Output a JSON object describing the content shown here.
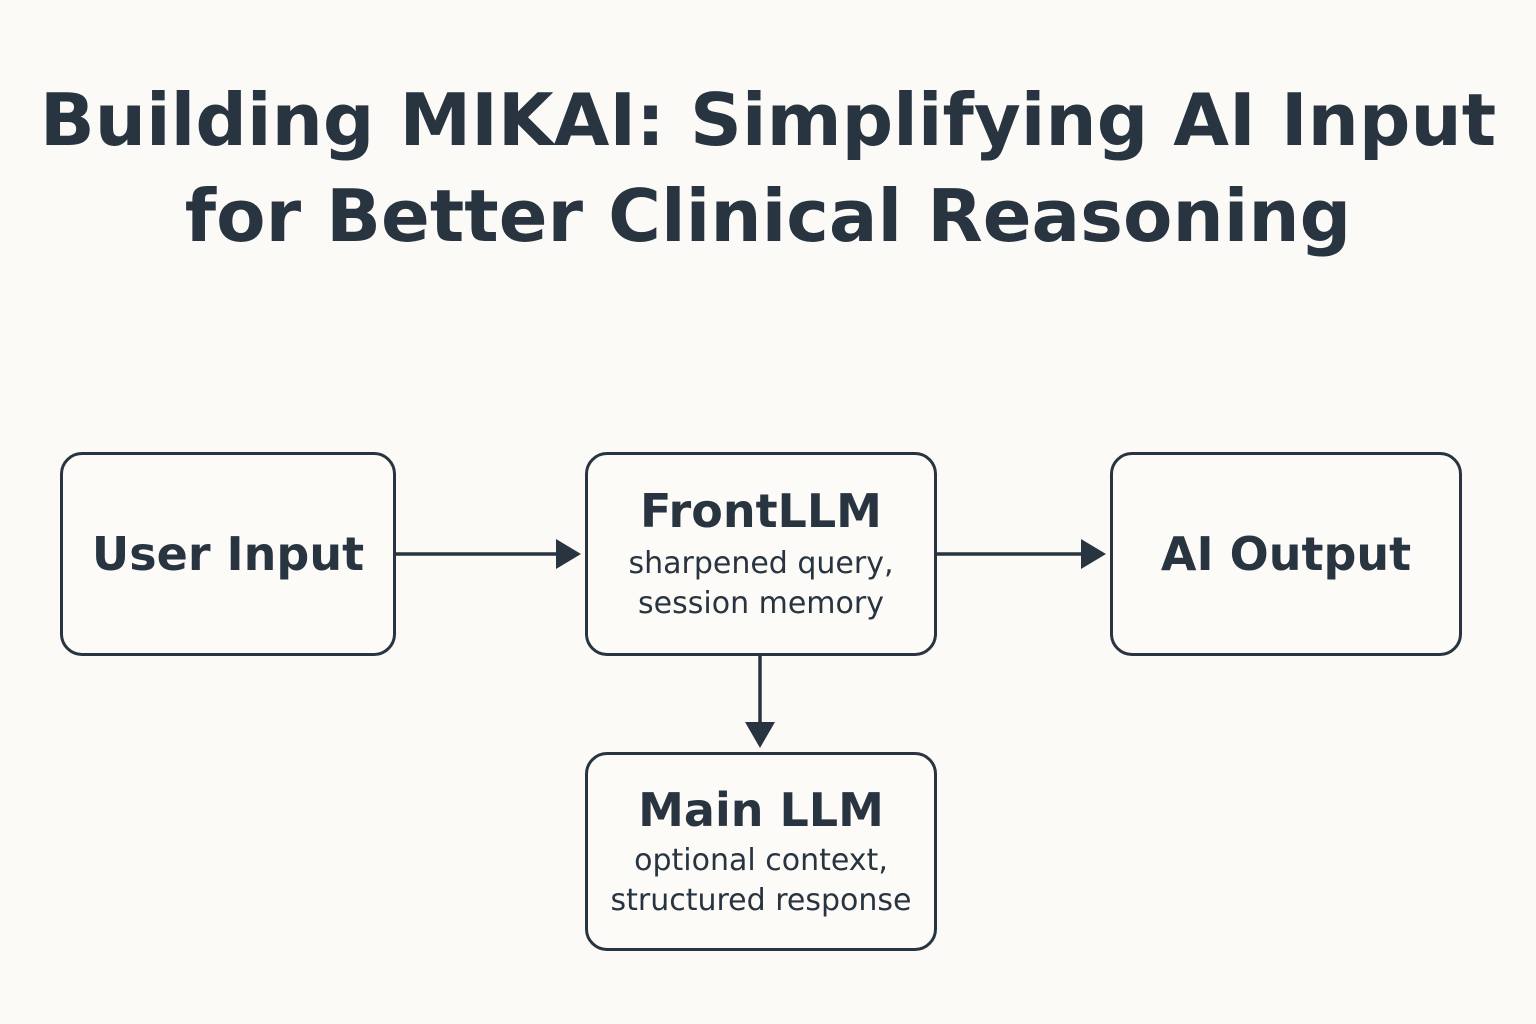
{
  "title": {
    "line1": "Building MIKAI: Simplifying AI Input",
    "line2": "for Better Clinical Reasoning"
  },
  "nodes": {
    "user_input": {
      "label": "User Input"
    },
    "front_llm": {
      "label": "FrontLLM",
      "sub1": "sharpened query,",
      "sub2": "session memory"
    },
    "ai_output": {
      "label": "AI Output"
    },
    "main_llm": {
      "label": "Main LLM",
      "sub1": "optional context,",
      "sub2": "structured response"
    }
  },
  "edges": [
    {
      "from": "user_input",
      "to": "front_llm"
    },
    {
      "from": "front_llm",
      "to": "ai_output"
    },
    {
      "from": "front_llm",
      "to": "main_llm"
    }
  ],
  "colors": {
    "background": "#fcfaf6",
    "ink": "#283440"
  }
}
